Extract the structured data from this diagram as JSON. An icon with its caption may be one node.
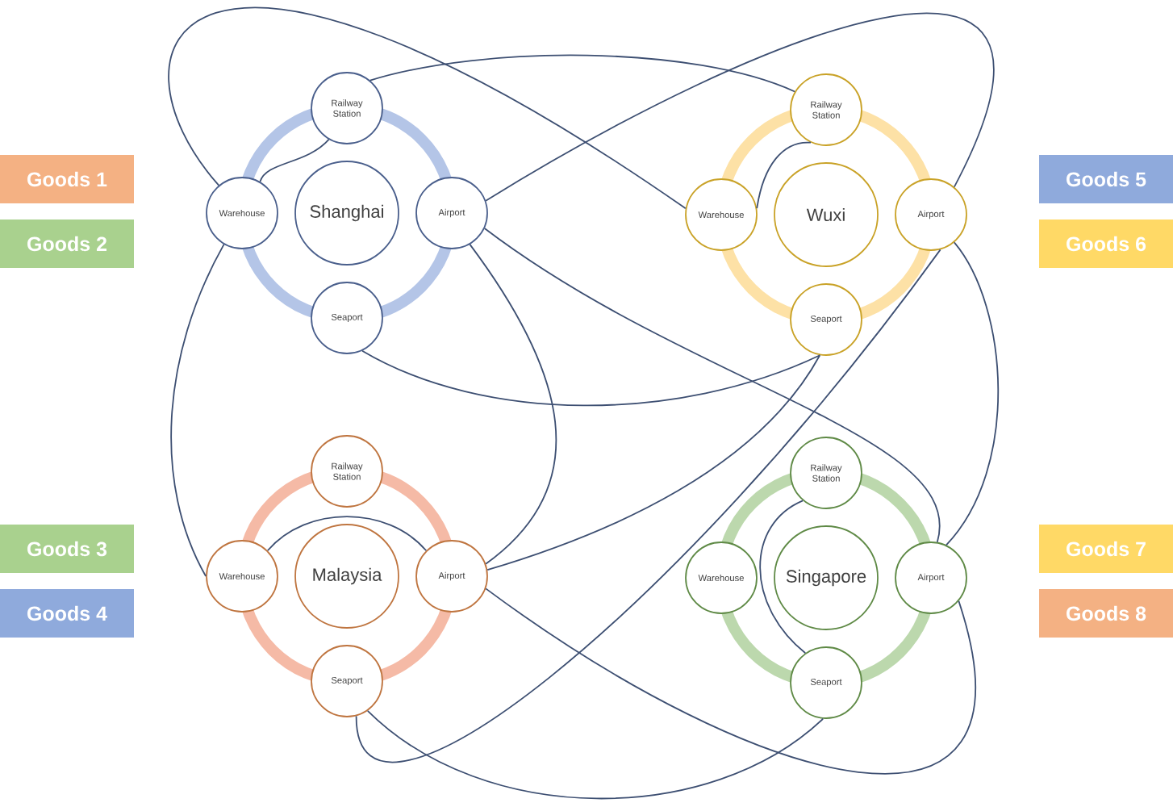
{
  "diagram": {
    "nodes": [
      {
        "text": [
          "Goods 1"
        ]
      },
      {
        "text": [
          "Goods 2"
        ]
      },
      {
        "text": [
          "Goods 3"
        ]
      },
      {
        "text": [
          "Goods 4"
        ]
      },
      {
        "text": [
          "Railway Station"
        ]
      },
      {
        "text": [
          "Warehouse"
        ]
      },
      {
        "text": [
          "Shanghai"
        ]
      },
      {
        "text": [
          "Airport"
        ]
      },
      {
        "text": [
          "Seaport"
        ]
      },
      {
        "text": [
          "Railway Station"
        ]
      },
      {
        "text": [
          "Warehouse"
        ]
      },
      {
        "text": [
          "Wuxi"
        ]
      },
      {
        "text": [
          "Airport"
        ]
      },
      {
        "text": [
          "Seaport"
        ]
      },
      {
        "text": [
          "Railway Station"
        ]
      },
      {
        "text": [
          "Warehouse"
        ]
      },
      {
        "text": [
          "Malaysia"
        ]
      },
      {
        "text": [
          "Airport"
        ]
      },
      {
        "text": [
          "Seaport"
        ]
      },
      {
        "text": [
          "Railway Station"
        ]
      },
      {
        "text": [
          "Warehouse"
        ]
      },
      {
        "text": [
          "Singapore"
        ]
      },
      {
        "text": [
          "Airport"
        ]
      },
      {
        "text": [
          "Seaport"
        ]
      },
      {
        "text": [
          "Goods 5"
        ]
      },
      {
        "text": [
          "Goods 6"
        ]
      },
      {
        "text": [
          "Goods 7"
        ]
      },
      {
        "text": [
          "Goods 8"
        ]
      }
    ],
    "edges": [
      {
        "from": 5,
        "to": 4,
        "arrow": "none"
      },
      {
        "from": 4,
        "to": 9,
        "arrow": "none"
      },
      {
        "from": 5,
        "to": 10,
        "arrow": "none"
      },
      {
        "from": 7,
        "to": 12,
        "arrow": "none"
      },
      {
        "from": 7,
        "to": 22,
        "arrow": "none"
      },
      {
        "from": 7,
        "to": 17,
        "arrow": "none"
      },
      {
        "from": 8,
        "to": 13,
        "arrow": "none"
      },
      {
        "from": 5,
        "to": 15,
        "arrow": "none"
      },
      {
        "from": 10,
        "to": 9,
        "arrow": "none"
      },
      {
        "from": 12,
        "to": 22,
        "arrow": "none"
      },
      {
        "from": 17,
        "to": 13,
        "arrow": "none"
      },
      {
        "from": 18,
        "to": 12,
        "arrow": "none"
      },
      {
        "from": 15,
        "to": 17,
        "arrow": "none"
      },
      {
        "from": 17,
        "to": 22,
        "arrow": "none"
      },
      {
        "from": 18,
        "to": 23,
        "arrow": "none"
      },
      {
        "from": 19,
        "to": 23,
        "arrow": "none"
      }
    ]
  }
}
